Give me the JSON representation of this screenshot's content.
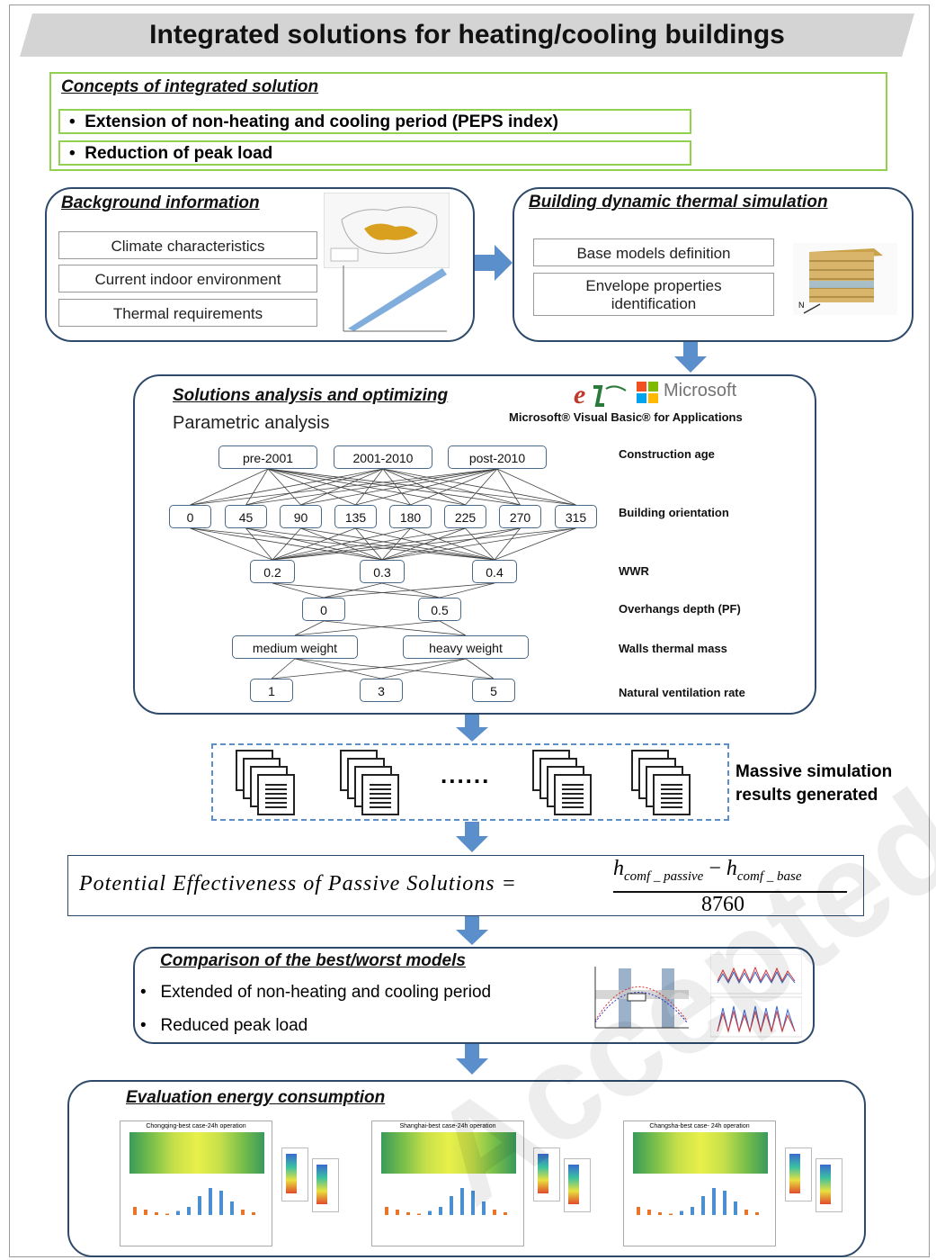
{
  "title": "Integrated solutions for heating/cooling buildings",
  "concepts": {
    "heading": "Concepts of integrated solution",
    "items": [
      "Extension of non-heating and cooling period (PEPS index)",
      "Reduction of peak load"
    ]
  },
  "background": {
    "heading": "Background information",
    "items": [
      "Climate characteristics",
      "Current indoor environment",
      "Thermal requirements"
    ]
  },
  "simulation": {
    "heading": "Building dynamic thermal simulation",
    "items": [
      "Base models definition",
      "Envelope properties identification"
    ],
    "north_label": "N"
  },
  "analysis": {
    "heading": "Solutions analysis and optimizing",
    "subheading": "Parametric analysis",
    "microsoft": "Microsoft",
    "vba": "Microsoft® Visual Basic® for Applications",
    "rows": [
      {
        "label": "Construction age",
        "nodes": [
          "pre-2001",
          "2001-2010",
          "post-2010"
        ]
      },
      {
        "label": "Building orientation",
        "nodes": [
          "0",
          "45",
          "90",
          "135",
          "180",
          "225",
          "270",
          "315"
        ]
      },
      {
        "label": "WWR",
        "nodes": [
          "0.2",
          "0.3",
          "0.4"
        ]
      },
      {
        "label": "Overhangs depth (PF)",
        "nodes": [
          "0",
          "0.5"
        ]
      },
      {
        "label": "Walls thermal mass",
        "nodes": [
          "medium weight",
          "heavy weight"
        ]
      },
      {
        "label": "Natural ventilation rate",
        "nodes": [
          "1",
          "3",
          "5"
        ]
      }
    ]
  },
  "massive": {
    "label_line1": "Massive simulation",
    "label_line2": "results generated",
    "ellipsis": "......"
  },
  "formula": {
    "lhs": "Potential Effectiveness of Passive Solutions =",
    "num_a": "h",
    "num_a_sub": "comf _ passive",
    "minus": "−",
    "num_b": "h",
    "num_b_sub": "comf _ base",
    "denominator": "8760"
  },
  "comparison": {
    "heading": "Comparison of the best/worst models",
    "items": [
      "Extended of non-heating and cooling period",
      "Reduced peak load"
    ]
  },
  "evaluation": {
    "heading": "Evaluation energy consumption",
    "charts": [
      "Chongqing-best case-24h operation",
      "Shanghai-best case-24h operation",
      "Changsha-best case- 24h operation"
    ]
  },
  "watermark": "Accepted Manuscript",
  "colors": {
    "arrow": "#5b8fcc",
    "box_border": "#2e4a6b",
    "green_border": "#92d050",
    "node_border": "#4a6a8a"
  }
}
